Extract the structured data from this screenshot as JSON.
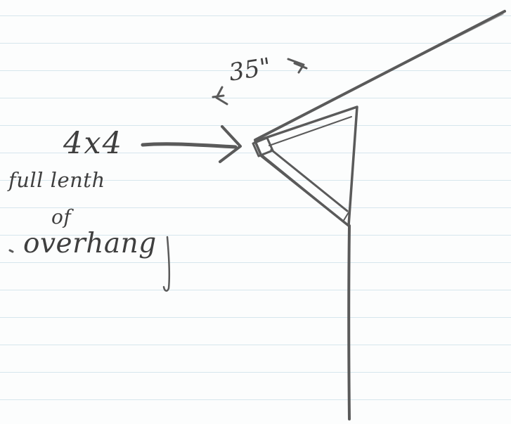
{
  "diagram": {
    "dimension_label": "35\"",
    "member_size_label": "4x4",
    "note_lines": [
      "full lenth",
      "of",
      "overhang"
    ]
  },
  "colors": {
    "paper": "#fcfdfd",
    "rule_line": "#c9dde7",
    "pencil": "#5a5a5a"
  }
}
